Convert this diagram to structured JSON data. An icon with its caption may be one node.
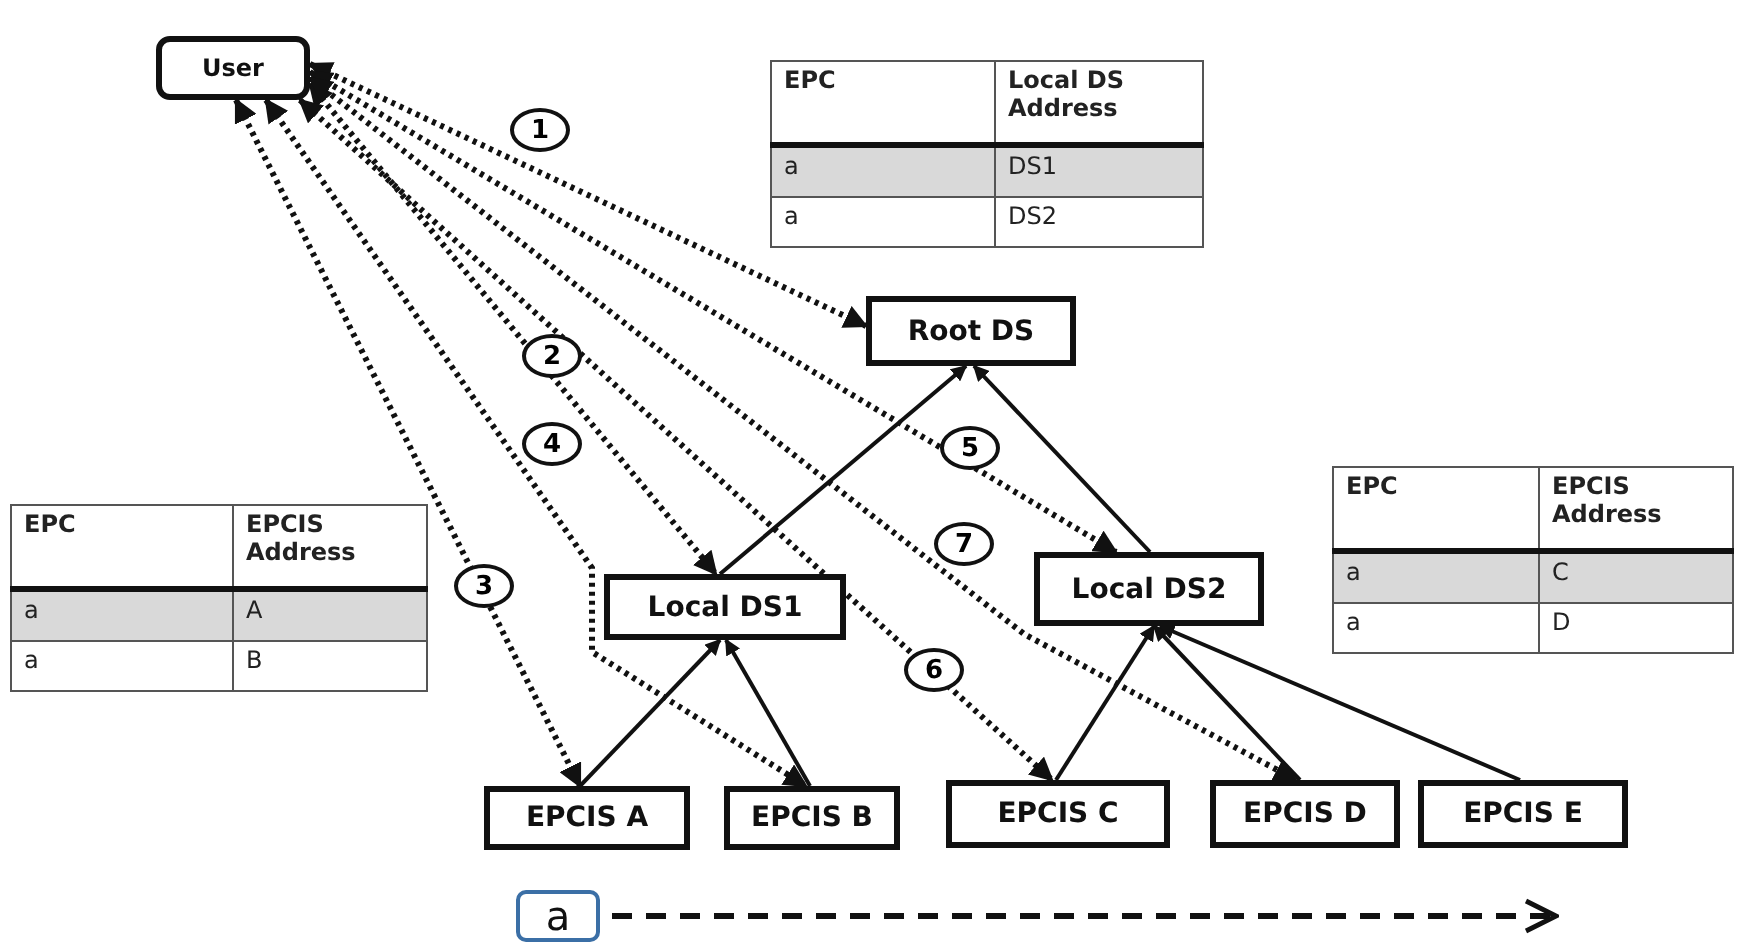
{
  "diagram": {
    "nodes": [
      {
        "text": [
          "User"
        ]
      },
      {
        "text": [
          "Root DS"
        ]
      },
      {
        "text": [
          "Local DS1"
        ]
      },
      {
        "text": [
          "Local DS2"
        ]
      },
      {
        "text": [
          "EPCIS A"
        ]
      },
      {
        "text": [
          "EPCIS B"
        ]
      },
      {
        "text": [
          "EPCIS C"
        ]
      },
      {
        "text": [
          "EPCIS D"
        ]
      },
      {
        "text": [
          "EPCIS E"
        ]
      },
      {
        "text": [
          "a"
        ]
      }
    ],
    "edges": [
      {
        "from": 2,
        "to": 1,
        "arrow": "to"
      },
      {
        "from": 3,
        "to": 1,
        "arrow": "to"
      },
      {
        "from": 4,
        "to": 2,
        "arrow": "to"
      },
      {
        "from": 5,
        "to": 2,
        "arrow": "to"
      },
      {
        "from": 6,
        "to": 3,
        "arrow": "to"
      },
      {
        "from": 7,
        "to": 3,
        "arrow": "to"
      },
      {
        "from": 8,
        "to": 3,
        "arrow": "to"
      },
      {
        "from": 0,
        "to": 1,
        "arrow": "both",
        "label": "1",
        "style": "dashed"
      },
      {
        "from": 0,
        "to": 2,
        "arrow": "both",
        "label": "2",
        "style": "dashed"
      },
      {
        "from": 0,
        "to": 4,
        "arrow": "both",
        "label": "3",
        "style": "dashed"
      },
      {
        "from": 0,
        "to": 5,
        "arrow": "both",
        "label": "4",
        "style": "dashed"
      },
      {
        "from": 0,
        "to": 3,
        "arrow": "both",
        "label": "5",
        "style": "dashed"
      },
      {
        "from": 0,
        "to": 6,
        "arrow": "both",
        "label": "6",
        "style": "dashed"
      },
      {
        "from": 0,
        "to": 7,
        "arrow": "both",
        "label": "7",
        "style": "dashed"
      },
      {
        "from": 9,
        "to": null,
        "arrow": "to",
        "style": "dashed"
      }
    ],
    "labels": [
      "EPC",
      "Local DS Address",
      "a",
      "DS1",
      "a",
      "DS2",
      "EPC",
      "EPCIS Address",
      "a",
      "A",
      "a",
      "B",
      "EPC",
      "EPCIS Address",
      "a",
      "C",
      "a",
      "D"
    ]
  }
}
